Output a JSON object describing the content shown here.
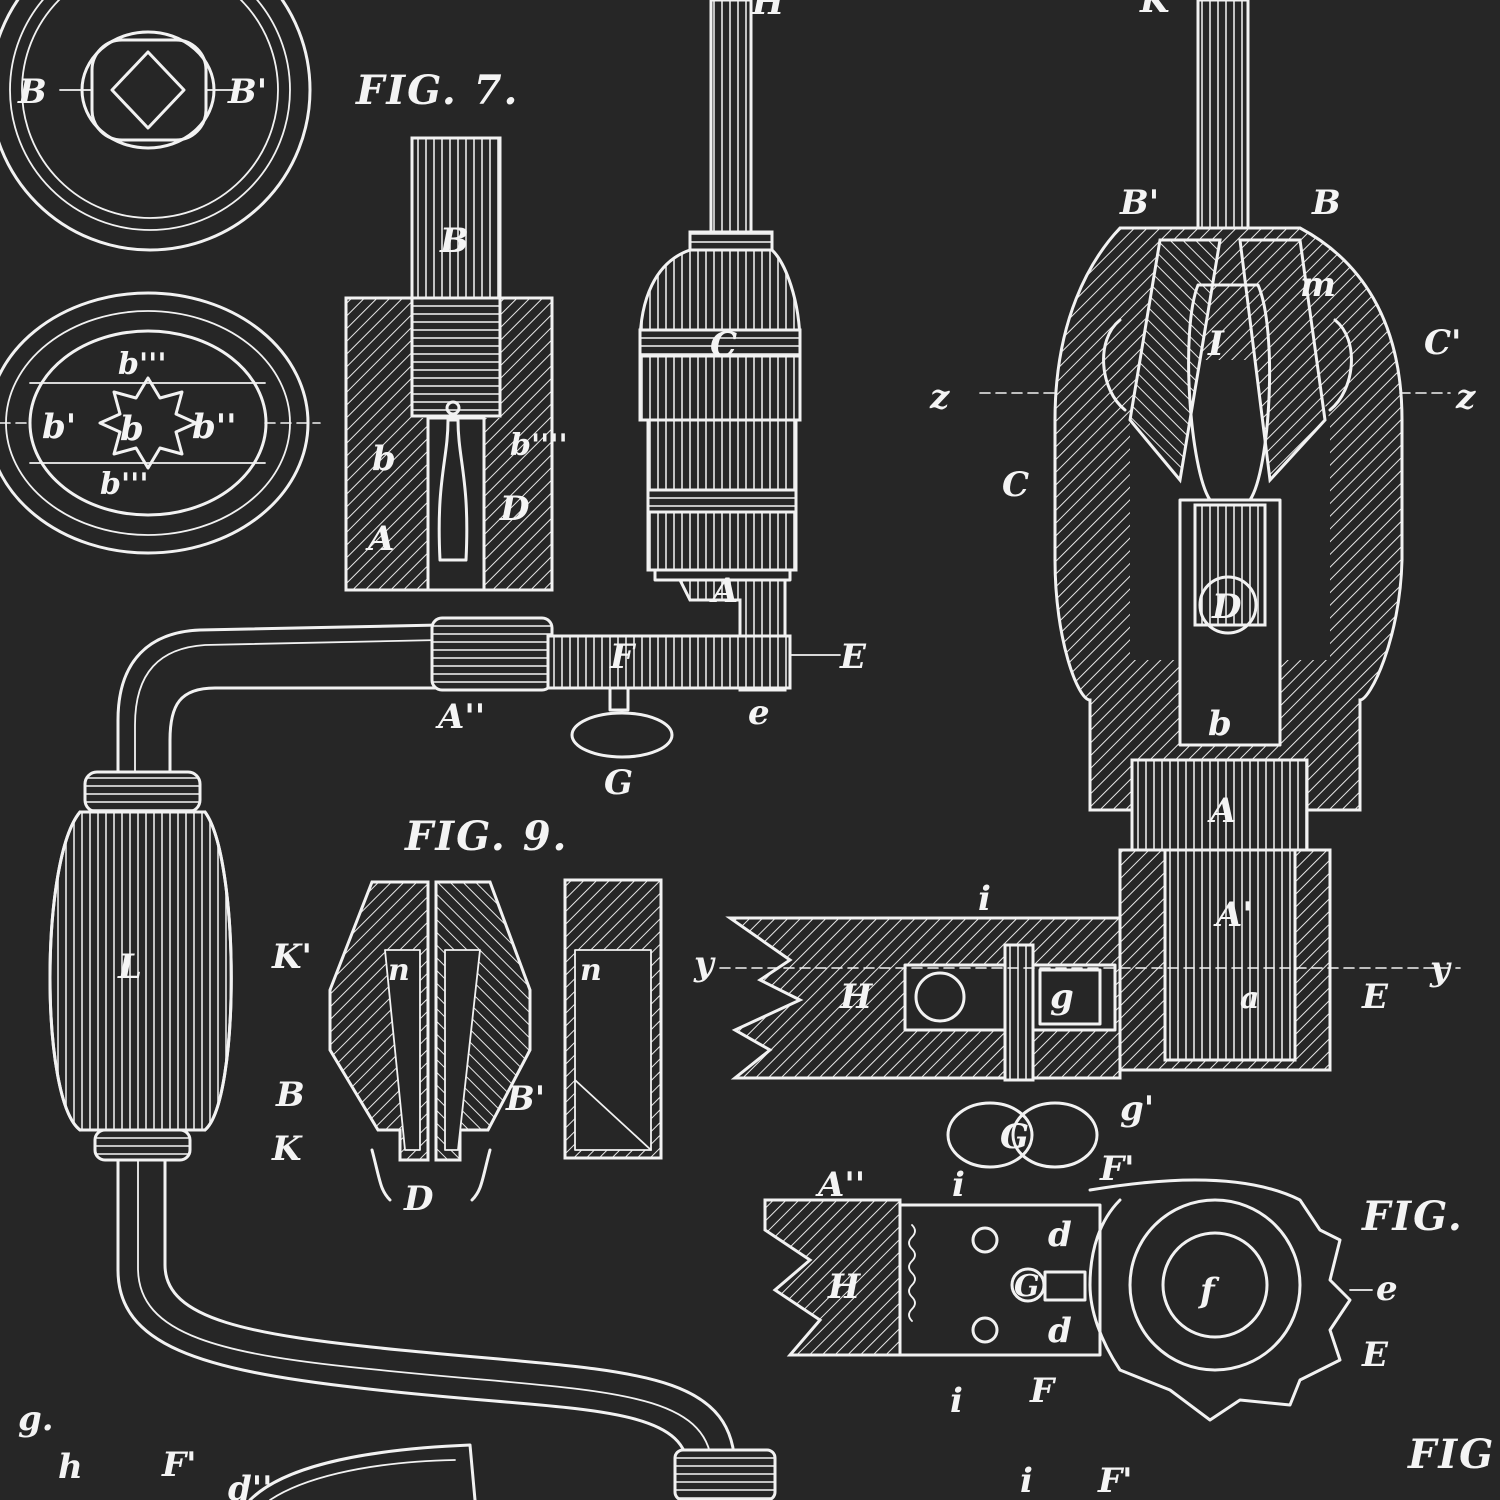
{
  "colors": {
    "background": "#262626",
    "ink": "#f2f2f2"
  },
  "figures": {
    "fig7": "FIG. 7.",
    "fig9": "FIG. 9.",
    "fig_right": "FIG.",
    "fig_bottom_right": "FIG"
  },
  "labels": {
    "top_h": "H",
    "top_k": "K",
    "disc_b_left": "B",
    "disc_b_right": "B'",
    "disc_b3_top": "b'''",
    "disc_b1": "b'",
    "disc_b": "b",
    "disc_b2": "b''",
    "disc_b3_bottom": "b'''",
    "fig7_B": "B",
    "fig7_b": "b",
    "fig7_b4": "b''''",
    "fig7_A": "A",
    "fig7_D": "D",
    "chuck_C": "C",
    "brace_A": "A",
    "brace_F": "F",
    "brace_E": "E",
    "brace_A2": "A''",
    "brace_e": "e",
    "brace_G": "G",
    "handle_L": "L",
    "fig9_K1": "K'",
    "fig9_n_left": "n",
    "fig9_n_right": "n",
    "fig9_y": "y",
    "fig9_B_left": "B",
    "fig9_B_right": "B'",
    "fig9_K": "K",
    "fig9_D": "D",
    "sec_B1": "B'",
    "sec_B": "B",
    "sec_m": "m",
    "sec_I": "I",
    "sec_C1": "C'",
    "sec_z_left": "z",
    "sec_z_right": "z",
    "sec_C": "C",
    "sec_D": "D",
    "sec_b": "b",
    "sec_A": "A",
    "sec_A1": "A'",
    "sec_i": "i",
    "sec_H": "H",
    "sec_g": "g",
    "sec_a": "a",
    "sec_E": "E",
    "sec_y_right": "y",
    "sec_g1": "g'",
    "sec_G": "G",
    "rat_A2": "A''",
    "rat_i_top": "i",
    "rat_F1": "F'",
    "rat_d_top": "d",
    "rat_H": "H",
    "rat_G": "G",
    "rat_f": "f",
    "rat_e": "e",
    "rat_d_bottom": "d",
    "rat_E": "E",
    "rat_i_bottom": "i",
    "rat_F": "F",
    "bl_g": "g.",
    "bl_h": "h",
    "bl_F1": "F'",
    "bl_d2": "d''",
    "br_i": "i",
    "br_F1": "F'"
  }
}
